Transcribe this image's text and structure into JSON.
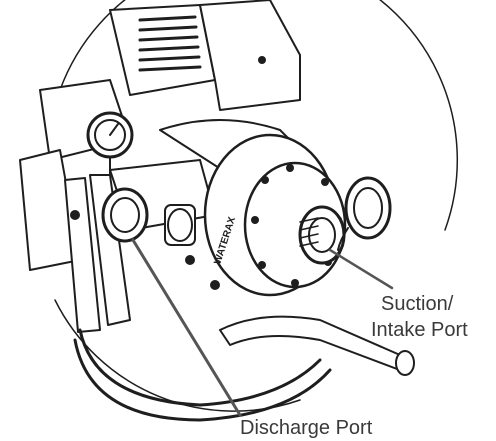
{
  "diagram": {
    "brand_text": "WATERAX",
    "callouts": {
      "suction_line1": "Suction/",
      "suction_line2": "Intake Port",
      "discharge": "Discharge Port"
    },
    "colors": {
      "line": "#1e1e1e",
      "label_text": "#3a3a3a",
      "leader": "#555555",
      "background": "#ffffff"
    }
  }
}
